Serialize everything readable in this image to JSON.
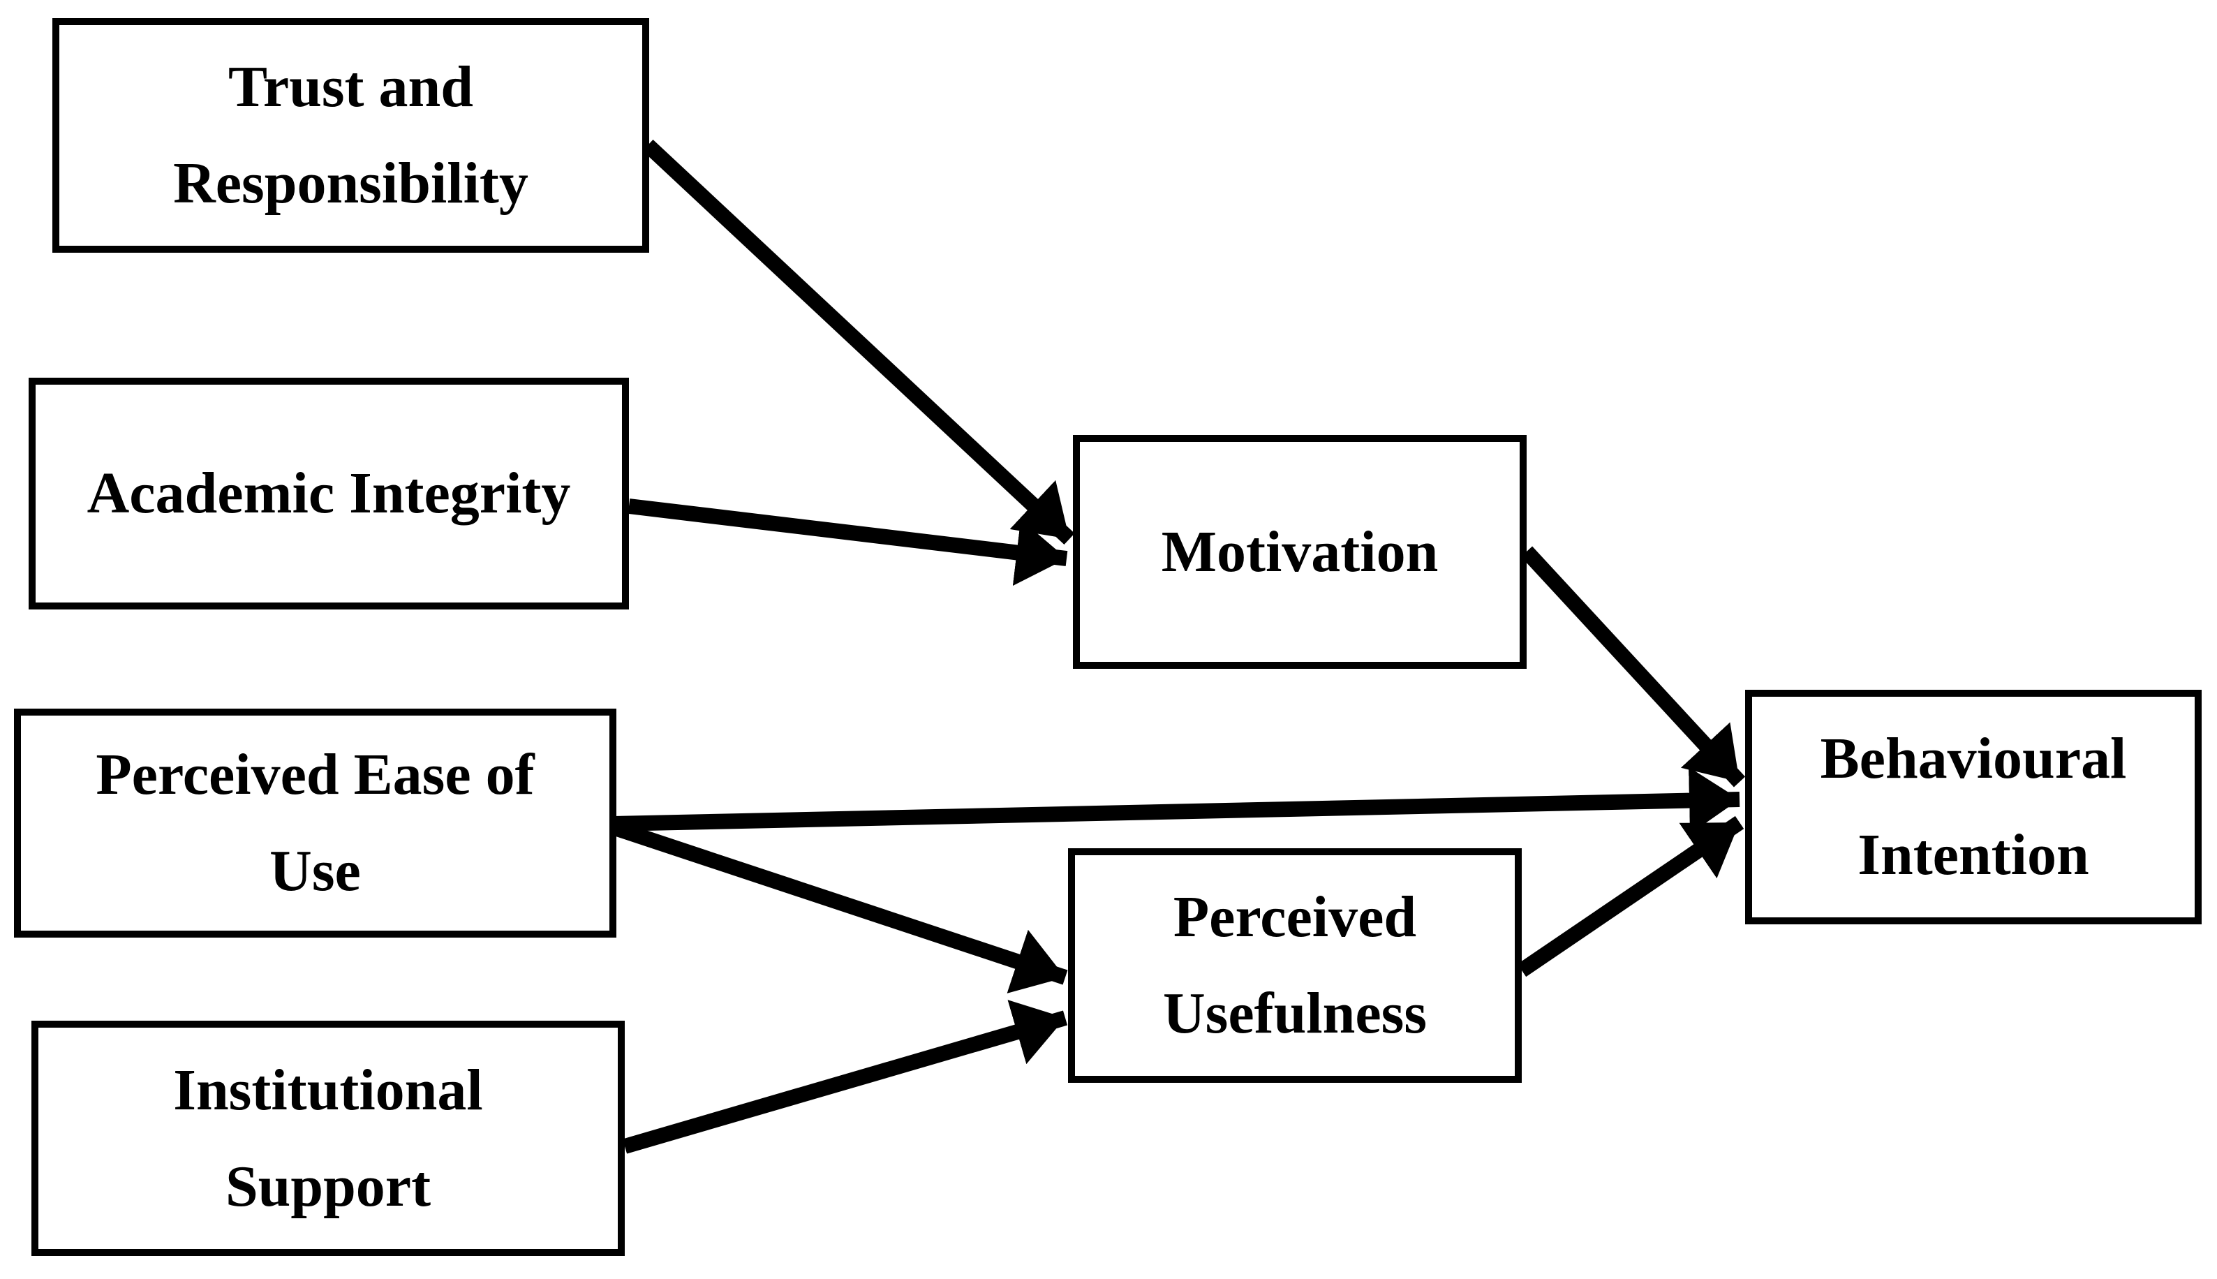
{
  "diagram": {
    "nodes": [
      {
        "id": "trust",
        "label": "Trust and Responsibility",
        "lines": [
          "Trust and",
          "Responsibility"
        ]
      },
      {
        "id": "academic",
        "label": "Academic Integrity",
        "lines": [
          "Academic Integrity"
        ]
      },
      {
        "id": "peou",
        "label": "Perceived Ease of Use",
        "lines": [
          "Perceived Ease of",
          "Use"
        ]
      },
      {
        "id": "institutional",
        "label": "Institutional Support",
        "lines": [
          "Institutional",
          "Support"
        ]
      },
      {
        "id": "motivation",
        "label": "Motivation",
        "lines": [
          "Motivation"
        ]
      },
      {
        "id": "pu",
        "label": "Perceived Usefulness",
        "lines": [
          "Perceived",
          "Usefulness"
        ]
      },
      {
        "id": "bi",
        "label": "Behavioural Intention",
        "lines": [
          "Behavioural",
          "Intention"
        ]
      }
    ],
    "edges": [
      {
        "from": "trust",
        "to": "motivation"
      },
      {
        "from": "academic",
        "to": "motivation"
      },
      {
        "from": "peou",
        "to": "bi"
      },
      {
        "from": "peou",
        "to": "pu"
      },
      {
        "from": "institutional",
        "to": "pu"
      },
      {
        "from": "motivation",
        "to": "bi"
      },
      {
        "from": "pu",
        "to": "bi"
      }
    ],
    "colors": {
      "background": "#ffffff",
      "box_fill": "#ffffff",
      "box_border": "#000000",
      "arrow": "#000000",
      "text": "#000000"
    }
  }
}
